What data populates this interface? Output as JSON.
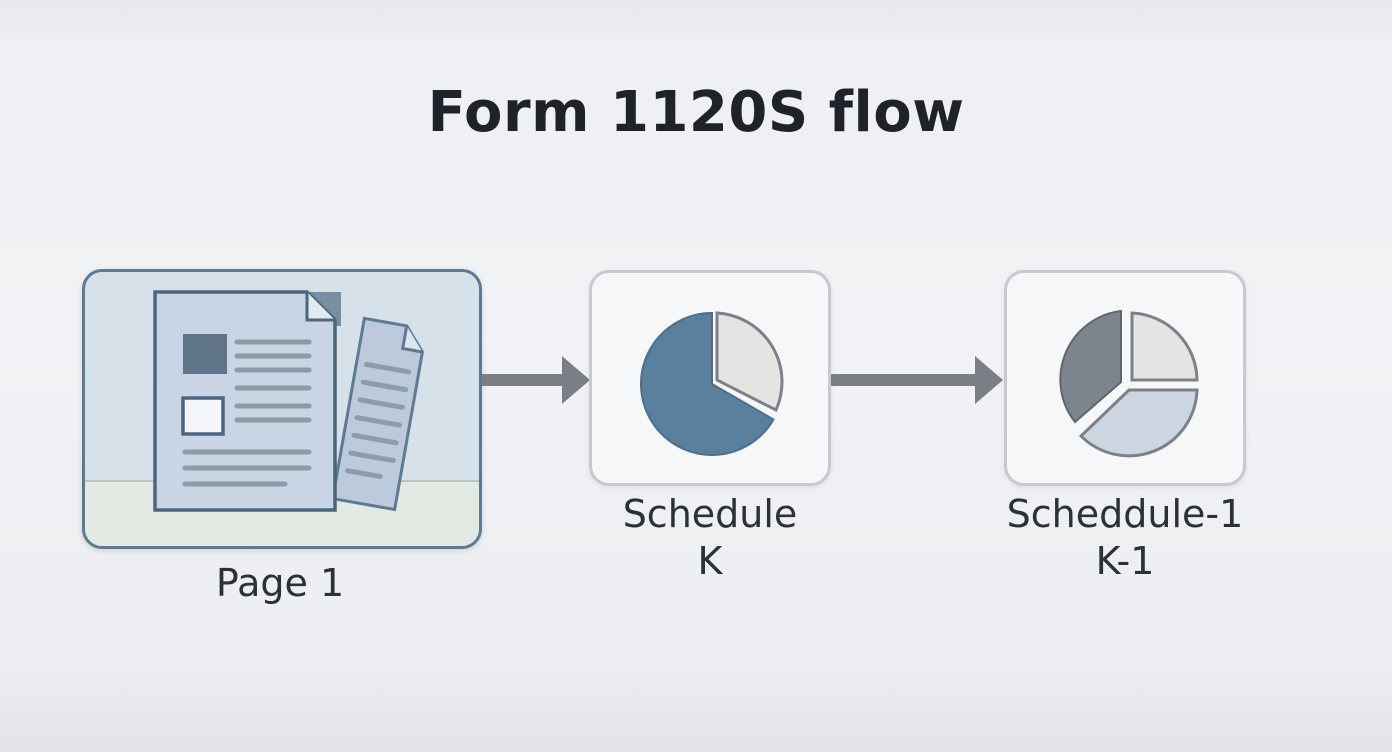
{
  "title": "Form 1120S flow",
  "nodes": [
    {
      "label": "Page 1",
      "icon": "document-stack-icon"
    },
    {
      "label_line1": "Schedule",
      "label_line2": "K",
      "icon": "pie-chart-icon"
    },
    {
      "label_line1": "Scheddule-1",
      "label_line2": "K-1",
      "icon": "pie-chart-icon"
    }
  ],
  "colors": {
    "accent_blue": "#5a809e",
    "arrow_gray": "#7b7f85",
    "slice_light": "#e4e4e2",
    "slice_dark_gray": "#7c858e",
    "slice_pale_blue": "#ccd6e0"
  }
}
